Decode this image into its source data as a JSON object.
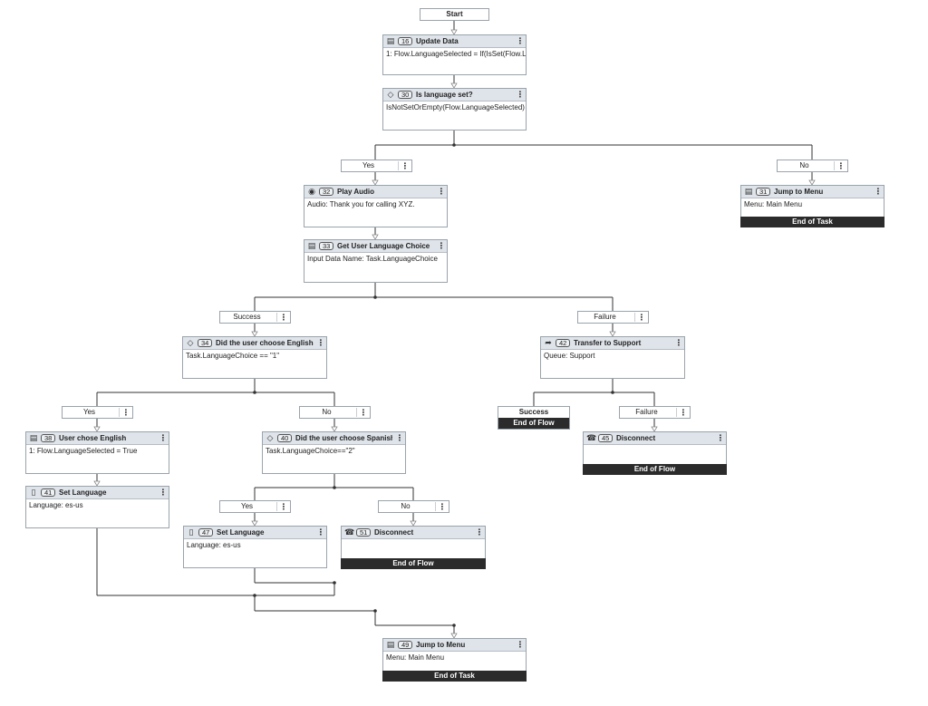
{
  "start": "Start",
  "nodes": {
    "n16": {
      "id": "16",
      "title": "Update Data",
      "body": "1: Flow.LanguageSelected = If(IsSet(Flow.L..."
    },
    "n30": {
      "id": "30",
      "title": "Is language set?",
      "body": "IsNotSetOrEmpty(Flow.LanguageSelected)"
    },
    "n32": {
      "id": "32",
      "title": "Play Audio",
      "body": "Audio: Thank you for calling XYZ."
    },
    "n31": {
      "id": "31",
      "title": "Jump to Menu",
      "body": "Menu: Main Menu",
      "end": "End of Task"
    },
    "n33": {
      "id": "33",
      "title": "Get User Language Choice",
      "body": "Input Data Name: Task.LanguageChoice"
    },
    "n34": {
      "id": "34",
      "title": "Did the user choose English?",
      "body": "Task.LanguageChoice == \"1\""
    },
    "n42": {
      "id": "42",
      "title": "Transfer to Support",
      "body": "Queue: Support"
    },
    "n38": {
      "id": "38",
      "title": "User chose English",
      "body": "1: Flow.LanguageSelected = True"
    },
    "n40": {
      "id": "40",
      "title": "Did the user choose Spanish?",
      "body": "Task.LanguageChoice==\"2\""
    },
    "n45": {
      "id": "45",
      "title": "Disconnect",
      "body": "",
      "end": "End of Flow"
    },
    "n41": {
      "id": "41",
      "title": "Set Language",
      "body": "Language: es-us"
    },
    "n47": {
      "id": "47",
      "title": "Set Language",
      "body": "Language: es-us"
    },
    "n51": {
      "id": "51",
      "title": "Disconnect",
      "body": "",
      "end": "End of Flow"
    },
    "n49": {
      "id": "49",
      "title": "Jump to Menu",
      "body": "Menu: Main Menu",
      "end": "End of Task"
    }
  },
  "branches": {
    "b30yes": "Yes",
    "b30no": "No",
    "b33success": "Success",
    "b33failure": "Failure",
    "b34yes": "Yes",
    "b34no": "No",
    "b42success": "Success",
    "b42failure": "Failure",
    "b40yes": "Yes",
    "b40no": "No"
  },
  "b42success_end": "End of Flow",
  "kebab": "⋮",
  "icons": {
    "n16": "database-icon",
    "n30": "diamond-icon",
    "n32": "audio-icon",
    "n31": "menu-icon",
    "n33": "database-icon",
    "n34": "diamond-icon",
    "n42": "transfer-icon",
    "n38": "database-icon",
    "n40": "diamond-icon",
    "n45": "disconnect-icon",
    "n41": "document-icon",
    "n47": "document-icon",
    "n51": "disconnect-icon",
    "n49": "menu-icon"
  },
  "colors": {
    "header": "#dfe4ea",
    "end_bar": "#2b2b2b",
    "border": "#9aa3ab",
    "wire": "#333333"
  }
}
